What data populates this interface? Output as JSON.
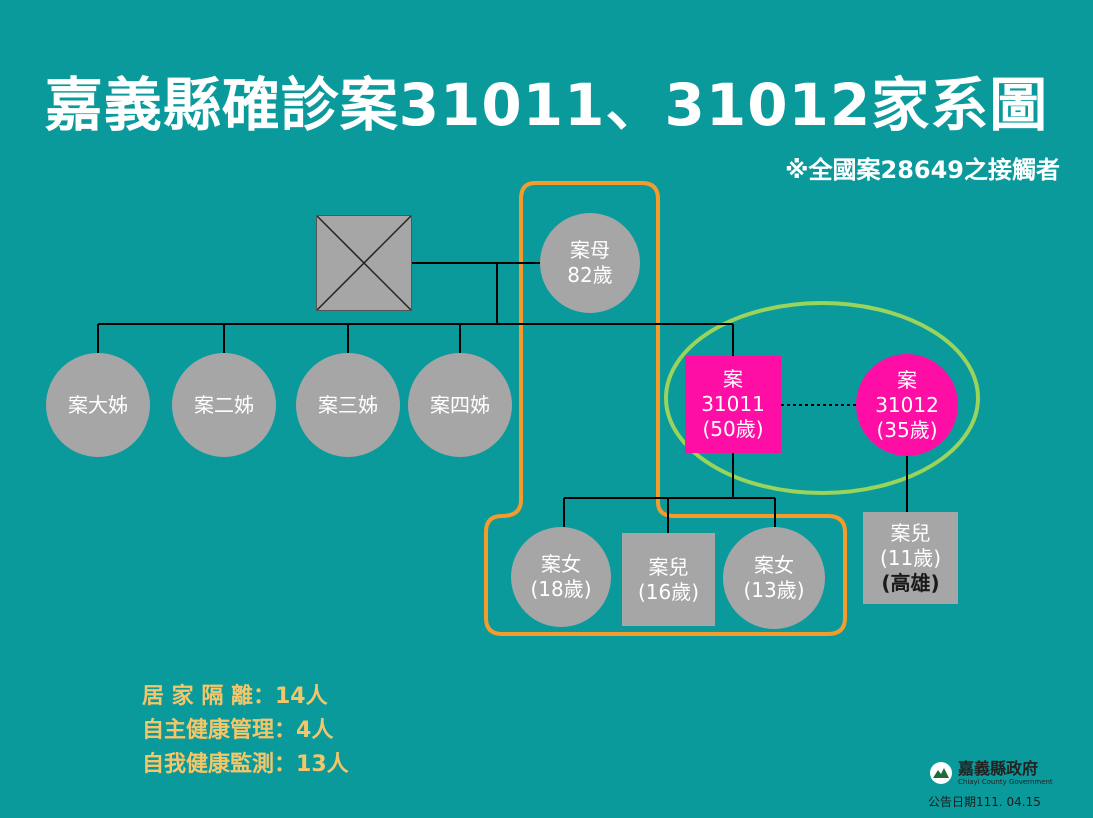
{
  "title": "嘉義縣確診案31011、31012家系圖",
  "subtitle": "※全國案28649之接觸者",
  "nodes": {
    "mother": {
      "name": "案母",
      "age": "82歲"
    },
    "sister1": {
      "name": "案大姊"
    },
    "sister2": {
      "name": "案二姊"
    },
    "sister3": {
      "name": "案三姊"
    },
    "sister4": {
      "name": "案四姊"
    },
    "case31011": {
      "label": "案",
      "id": "31011",
      "age": "(50歲)"
    },
    "case31012": {
      "label": "案",
      "id": "31012",
      "age": "(35歲)"
    },
    "daughter1": {
      "name": "案女",
      "age": "(18歲)"
    },
    "son1": {
      "name": "案兒",
      "age": "(16歲)"
    },
    "daughter2": {
      "name": "案女",
      "age": "(13歲)"
    },
    "son2": {
      "name": "案兒",
      "age": "(11歲)",
      "location": "(高雄)"
    }
  },
  "stats": [
    {
      "label": "居 家 隔 離",
      "value": "14人"
    },
    {
      "label": "自主健康管理",
      "value": "4人"
    },
    {
      "label": "自我健康監測",
      "value": "13人"
    }
  ],
  "logo": {
    "zh": "嘉義縣政府",
    "en": "Chiayi County Government"
  },
  "date": "公告日期111. 04.15",
  "colors": {
    "background": "#0a9a9c",
    "node": "#a6a6a6",
    "confirmed": "#ff0ea6",
    "highlight_orange": "#f39c2b",
    "highlight_green": "#9ad45a",
    "stats_text": "#f4c66a"
  }
}
